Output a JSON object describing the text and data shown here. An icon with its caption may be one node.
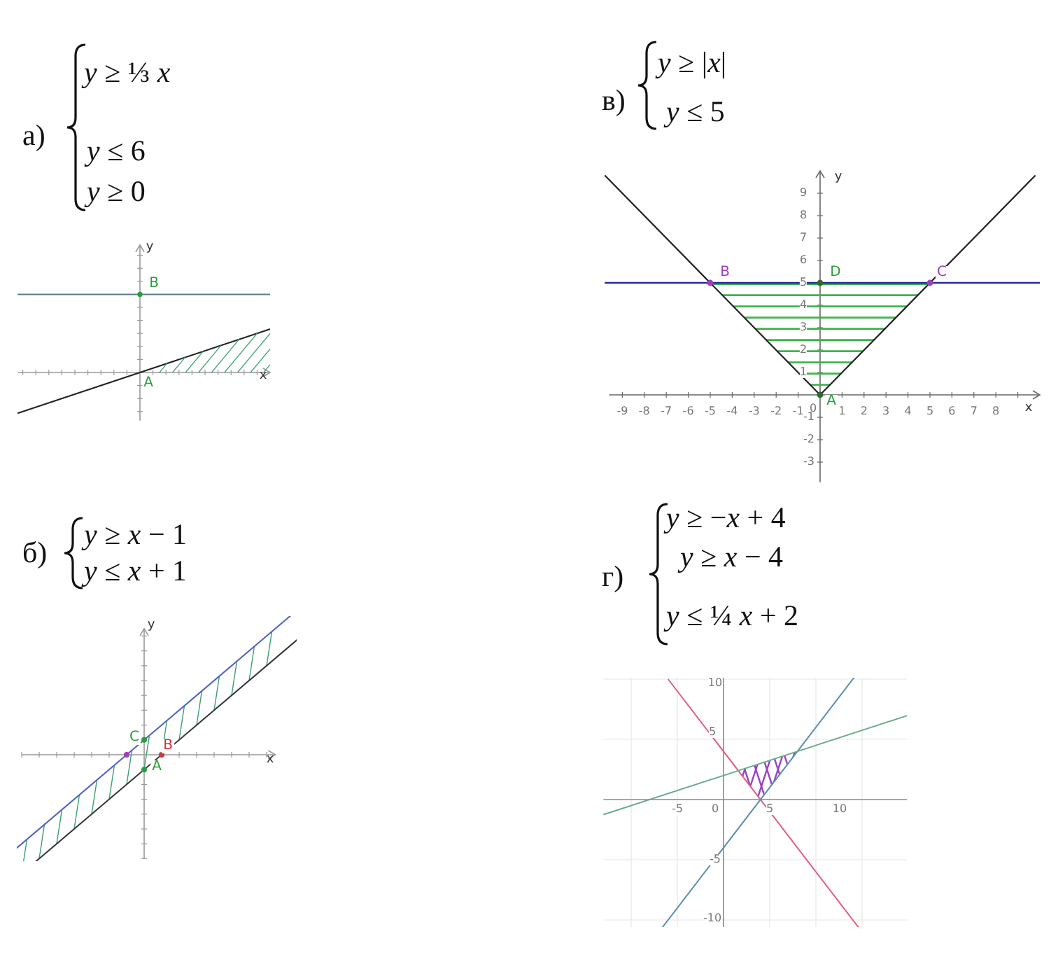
{
  "diagram": {
    "labels": [
      "а)",
      "*y* ≥ ⅓ *x*",
      "*y* ≤ 6",
      "*y* ≥ 0",
      "y",
      "B",
      "A",
      "x",
      "в)",
      "*y* ≥ |*x*|",
      "*y* ≤ 5",
      "y",
      "9",
      "8",
      "7",
      "6",
      "5",
      "4",
      "3",
      "2",
      "1",
      "B",
      "D",
      "C",
      "-9",
      "-8",
      "-7",
      "-6",
      "-5",
      "-4",
      "-3",
      "-2",
      "-1",
      "0",
      "1",
      "2",
      "3",
      "4",
      "5",
      "6",
      "7",
      "8",
      "A",
      "x",
      "-1",
      "-2",
      "-3",
      "б)",
      "*y* ≥ *x* − 1",
      "*y* ≤ *x* + 1",
      "y",
      "C",
      "B",
      "A",
      "x",
      "г)",
      "*y* ≥ −*x* + 4",
      "*y* ≥ *x* − 4",
      "*y* ≤ ¼ *x* + 2",
      "10",
      "5",
      "-5",
      "0",
      "5",
      "10",
      "-5",
      "-10"
    ]
  }
}
